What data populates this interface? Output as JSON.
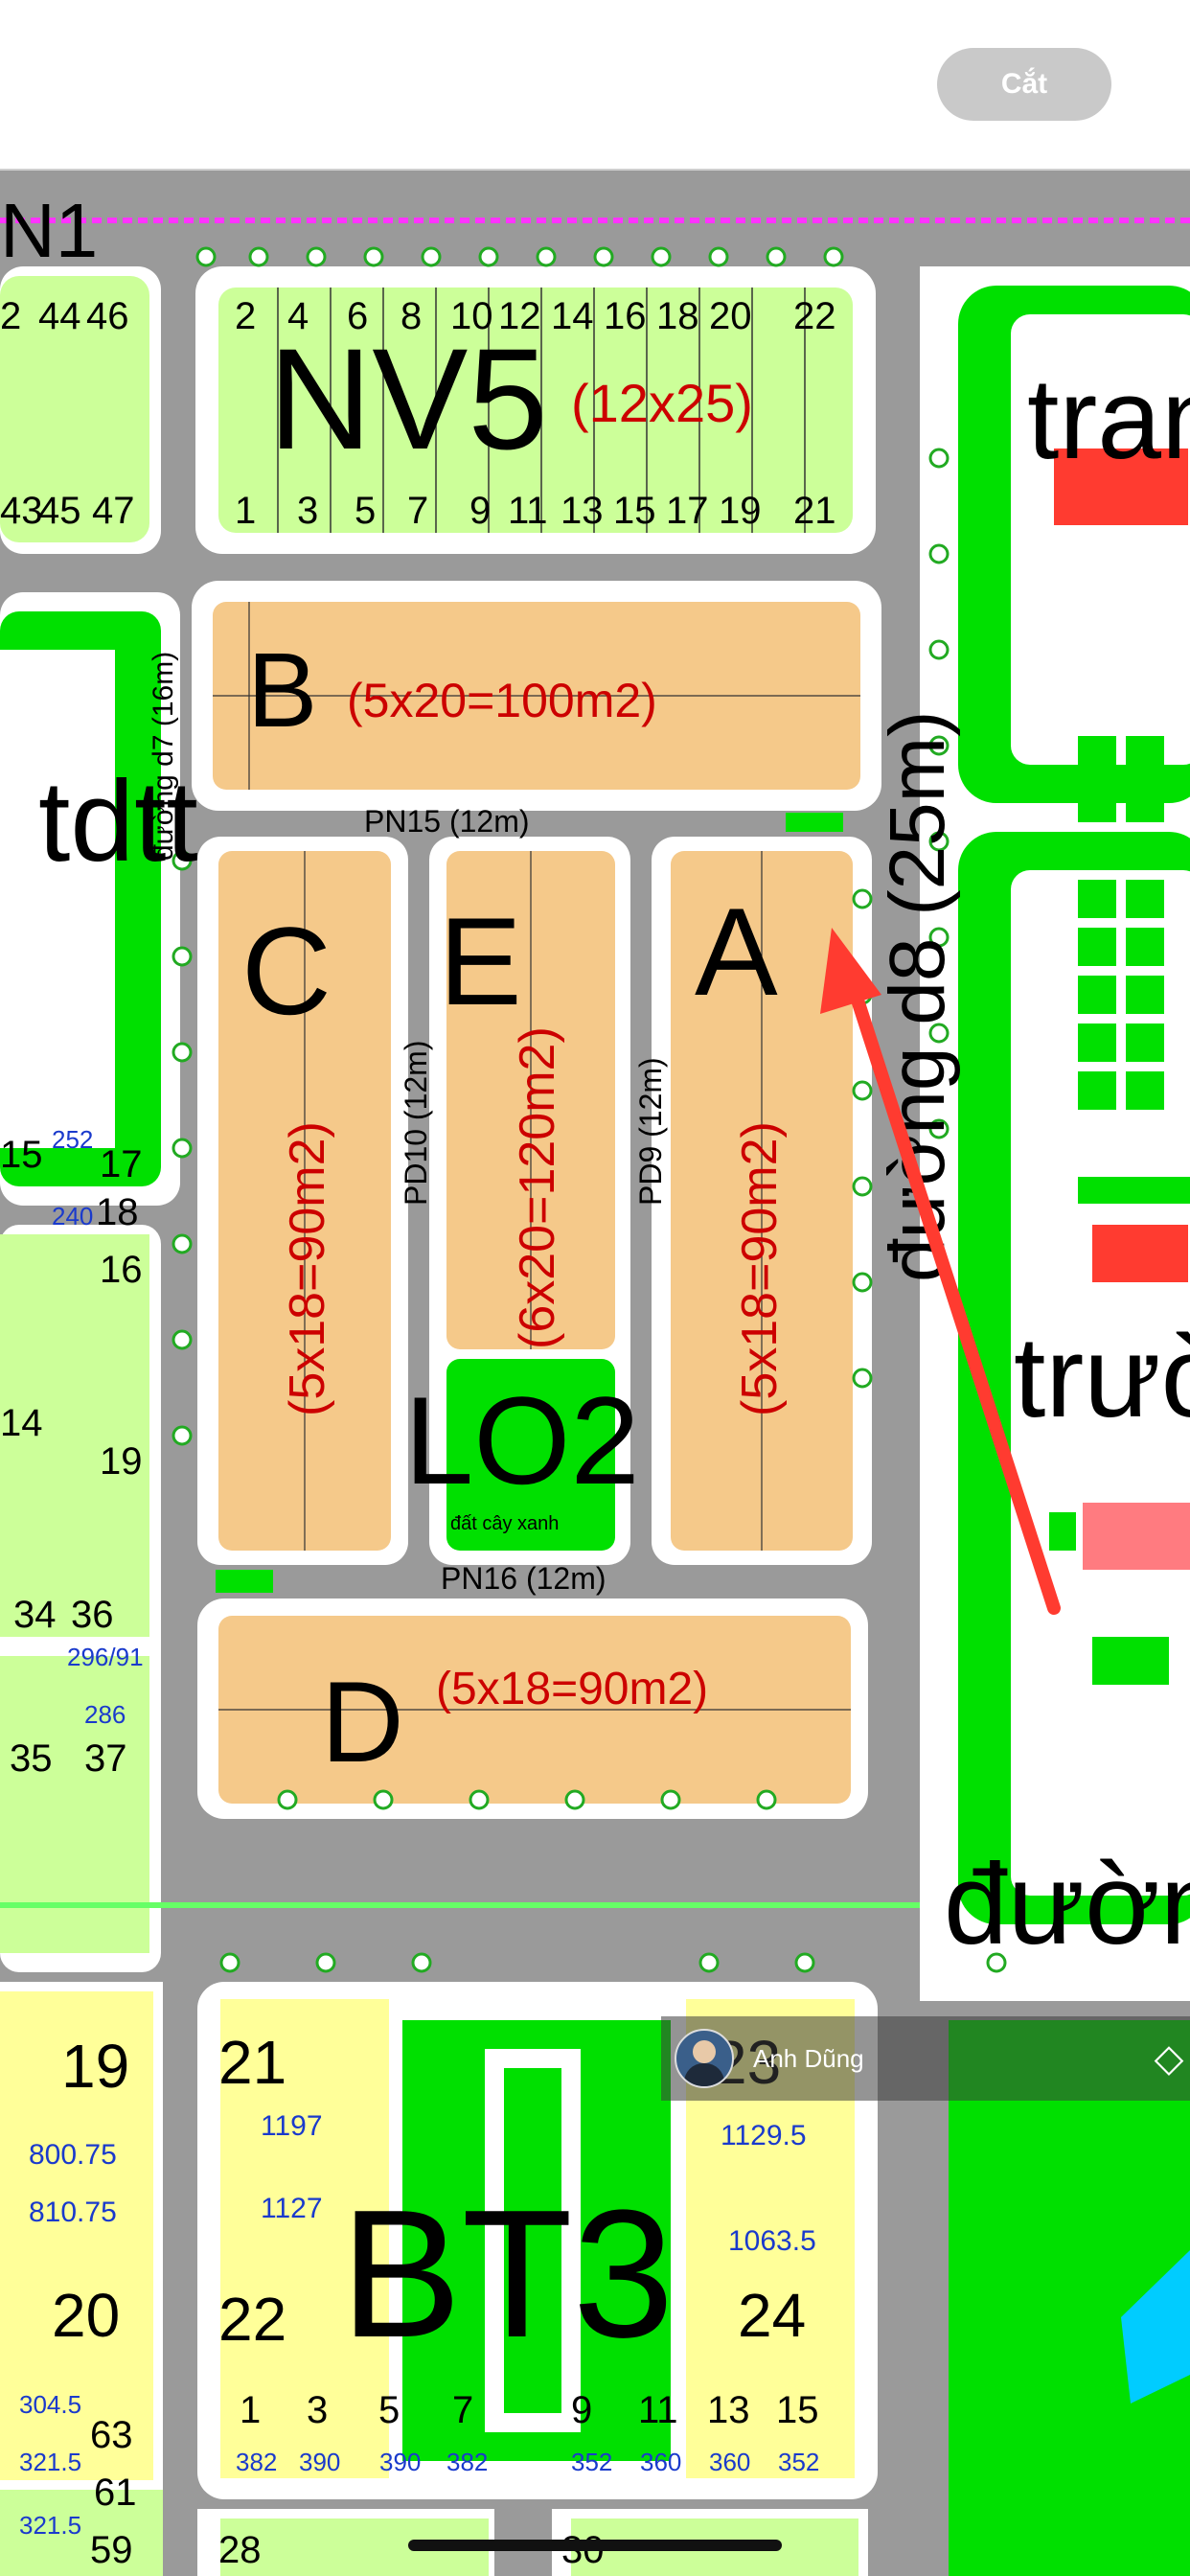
{
  "toolbar": {
    "crop_label": "Cắt"
  },
  "map": {
    "labels": {
      "road_n1": "N1",
      "nv5": "NV5",
      "nv5_size": "(12x25)",
      "lot_b": "B",
      "lot_b_size": "(5x20=100m2)",
      "road_d7": "đường d7 (16m)",
      "road_pn15": "PN15 (12m)",
      "road_d8": "đường d8 (25m)",
      "lot_c": "C",
      "lot_c_size": "(5x18=90m2)",
      "lot_e": "E",
      "lot_e_size": "(6x20=120m2)",
      "lot_a": "A",
      "lot_a_size": "(5x18=90m2)",
      "road_pd10": "PD10 (12m)",
      "road_pd9": "PD9 (12m)",
      "lo2": "LO2",
      "dat_cay_xanh": "đất cây xanh",
      "road_pn16": "PN16 (12m)",
      "lot_d": "D",
      "lot_d_size": "(5x18=90m2)",
      "bt3": "BT3",
      "tdtt": "tdtt",
      "tran": "tran",
      "truo": "trườ",
      "duong": "đườn"
    },
    "nv5_top_numbers": [
      "2",
      "4",
      "6",
      "8",
      "10",
      "12",
      "14",
      "16",
      "18",
      "20",
      "22"
    ],
    "nv5_bottom_numbers": [
      "1",
      "3",
      "5",
      "7",
      "9",
      "11",
      "13",
      "15",
      "17",
      "19",
      "21"
    ],
    "left_top_numbers": [
      "2",
      "44",
      "46"
    ],
    "left_bottom_numbers": [
      "43",
      "45",
      "47"
    ],
    "bt3_numbers": {
      "n19": "19",
      "n20": "20",
      "n21": "21",
      "n22": "22",
      "n23": "23",
      "n24": "24",
      "a1197": "1197",
      "a1127": "1127",
      "a11295": "1129.5",
      "a10635": "1063.5",
      "a80075": "800.75",
      "a81075": "810.75"
    },
    "bottom_top_numbers": [
      "1",
      "3",
      "5",
      "7",
      "9",
      "11",
      "13",
      "15"
    ],
    "bottom_areas": [
      "382",
      "390",
      "390",
      "382",
      "352",
      "360",
      "360",
      "352"
    ],
    "bottom_row_extra": {
      "n28": "28",
      "n30": "30",
      "n63": "63",
      "n61": "61",
      "n59": "59",
      "a3045": "304.5",
      "a3215": "321.5",
      "a3215b": "321.5"
    },
    "left_mid": {
      "n15": "15",
      "n17": "17",
      "n18": "18",
      "n16": "16",
      "n14": "14",
      "n19": "19",
      "n34": "34",
      "n36": "36",
      "n35": "35",
      "n37": "37",
      "a252": "252",
      "a240": "240",
      "a296": "296/91",
      "a286": "286"
    }
  },
  "user_chip": {
    "name": "Anh Dũng"
  },
  "colors": {
    "road": "#9a9a9a",
    "green": "#00e000",
    "lot_yellow": "#f5c98a",
    "villa": "#ffff99",
    "light_green": "#ccff99",
    "red": "#ff3b30"
  }
}
